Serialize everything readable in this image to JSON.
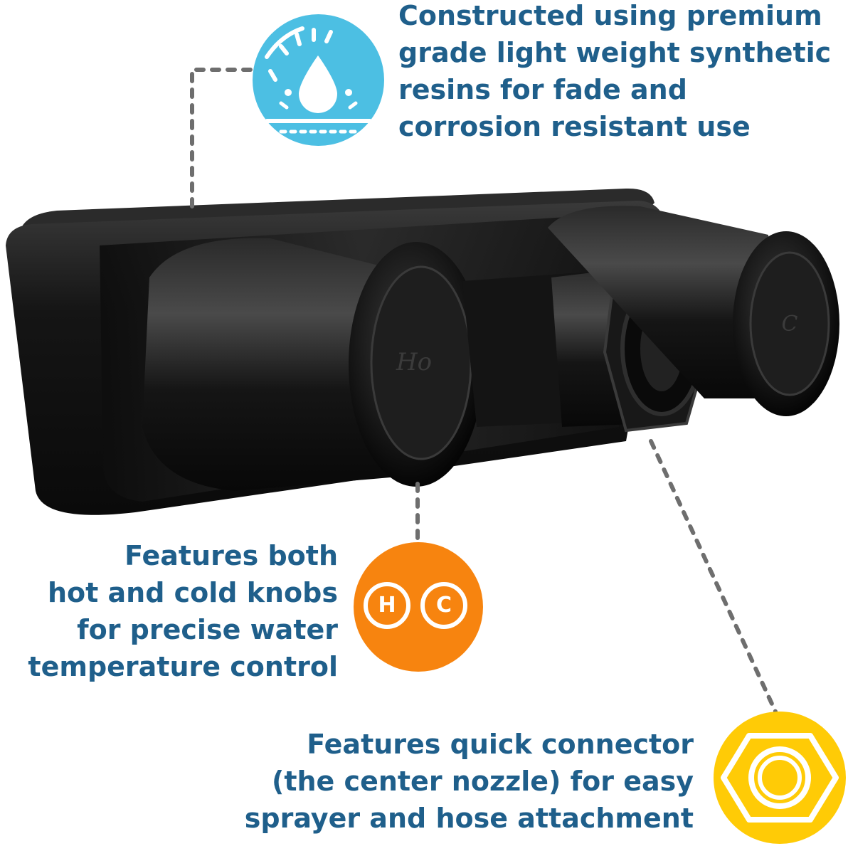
{
  "features": {
    "materials": {
      "icon": "sun-water-drop-icon",
      "color": "#4cbfe3",
      "text": "Constructed using premium\ngrade light weight synthetic\nresins for fade and\ncorrosion resistant use"
    },
    "knobs": {
      "icon": "hot-cold-icon",
      "color": "#f7840f",
      "hot_letter": "H",
      "cold_letter": "C",
      "text": "Features both\nhot and cold knobs\nfor precise water\ntemperature control"
    },
    "connector": {
      "icon": "hex-nut-icon",
      "color": "#ffcb06",
      "text": "Features quick connector\n(the center nozzle) for easy\nsprayer and hose attachment"
    }
  },
  "colors": {
    "caption_text": "#1f5f8b",
    "connector_line": "#6e6e6e",
    "product_body": "#1a1a1a"
  }
}
